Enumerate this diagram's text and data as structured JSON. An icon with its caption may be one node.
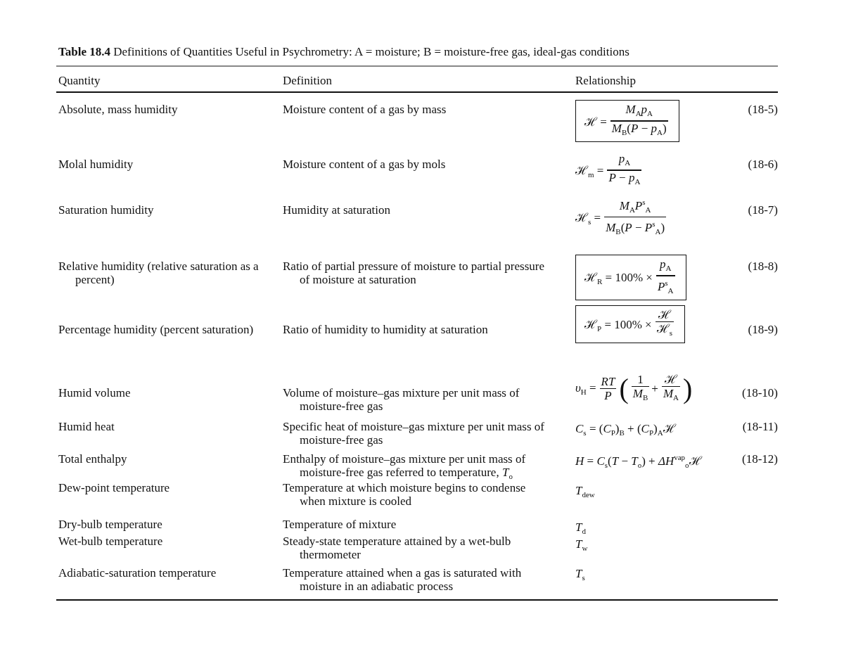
{
  "diagram": {
    "title": "**Table 18.4** Definitions of Quantities Useful in Psychrometry: A = moisture; B = moisture-free gas, ideal-gas conditions",
    "labels": [
      "Quantity",
      "Definition",
      "Relationship",
      "Absolute, mass humidity",
      "Moisture content of a gas by mass",
      "ℋ =",
      "*M*$_{A}$*p*$_{A}$",
      "*M*$_{B}$(*P* − *p*$_{A}$)",
      "(18-5)",
      "Molal humidity",
      "Moisture content of a gas by mols",
      "ℋ$_{m}$ =",
      "*p*$_{A}$",
      "*P* − *p*$_{A}$",
      "(18-6)",
      "Saturation humidity",
      "Humidity at saturation",
      "ℋ$_{s}$ =",
      "*M*$_{A}$*P*$^{s}$$_{A}$",
      "*M*$_{B}$(*P* − *P*$^{s}$$_{A}$)",
      "(18-7)",
      "Relative humidity (relative saturation as a percent)",
      "Ratio of partial pressure of moisture to partial pressure of moisture at saturation",
      "ℋ$_{R}$ = 100% ×",
      "*p*$_{A}$",
      "*P*$^{s}$$_{A}$",
      "(18-8)",
      "Percentage humidity (percent saturation)",
      "Ratio of humidity to humidity at saturation",
      "ℋ$_{P}$ = 100% ×",
      "ℋ",
      "ℋ$_{s}$",
      "(18-9)",
      "Humid volume",
      "Volume of moisture–gas mixture per unit mass of moisture-free gas",
      "*υ*$_{H}$ =",
      "*RT*",
      "*P*",
      "(",
      "1",
      "*M*$_{B}$",
      "+",
      "ℋ",
      "*M*$_{A}$",
      ")",
      "(18-10)",
      "Humid heat",
      "Specific heat of moisture–gas mixture per unit mass of moisture-free gas",
      "*C*$_{s}$ = (*C*$_{P}$)$_{B}$ + (*C*$_{P}$)$_{A}$ℋ",
      "(18-11)",
      "Total enthalpy",
      "Enthalpy of moisture–gas mixture per unit mass of moisture-free gas referred to temperature, *T*$_{o}$",
      "*H* = *C*$_{s}$(*T* − *T*$_{o}$) + *ΔH*$^{vap}$$_{o}$ℋ",
      "(18-12)",
      "Dew-point temperature",
      "Temperature at which moisture begins to condense when mixture is cooled",
      "*T*$_{dew}$",
      "Dry-bulb temperature",
      "Temperature of mixture",
      "*T*$_{d}$",
      "Wet-bulb temperature",
      "Steady-state temperature attained by a wet-bulb thermometer",
      "*T*$_{w}$",
      "Adiabatic-saturation temperature",
      "Temperature attained when a gas is saturated with moisture in an adiabatic process",
      "*T*$_{s}$"
    ]
  }
}
